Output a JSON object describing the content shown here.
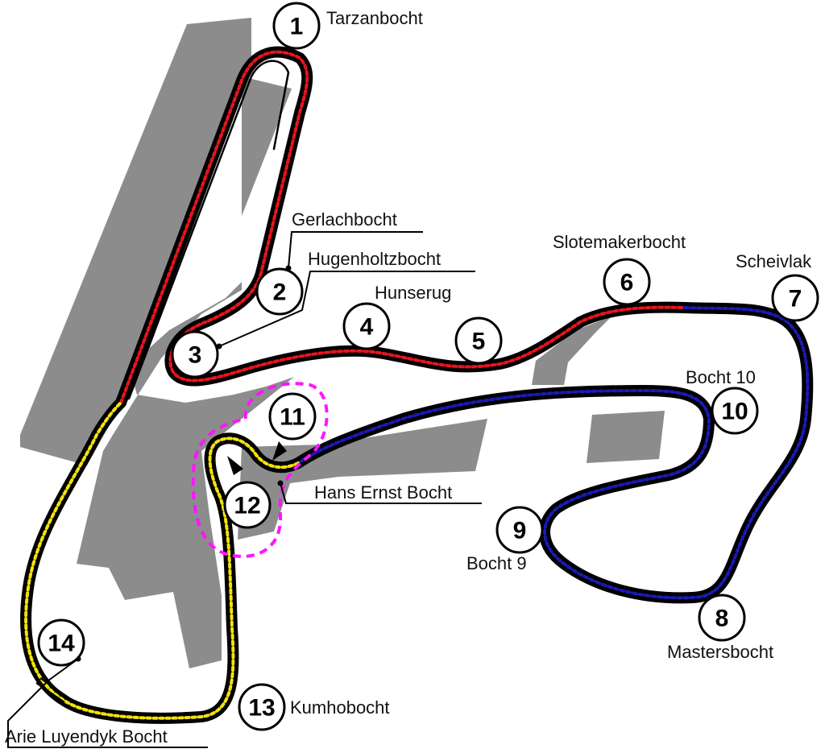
{
  "colors": {
    "background": "#ffffff",
    "area": "#8c8c8c",
    "track_outline": "#000000",
    "sector_1": "#e8141c",
    "sector_2": "#1a1ab4",
    "sector_3": "#f2e20a",
    "highlight": "#ff14ff"
  },
  "corners": [
    {
      "number": "1",
      "name": "Tarzanbocht"
    },
    {
      "number": "2",
      "name": "Gerlachbocht"
    },
    {
      "number": "3",
      "name": "Hugenholtzbocht"
    },
    {
      "number": "4",
      "name": "Hunserug"
    },
    {
      "number": "5",
      "name": ""
    },
    {
      "number": "6",
      "name": "Slotemakerbocht"
    },
    {
      "number": "7",
      "name": "Scheivlak"
    },
    {
      "number": "8",
      "name": "Mastersbocht"
    },
    {
      "number": "9",
      "name": "Bocht 9"
    },
    {
      "number": "10",
      "name": "Bocht 10"
    },
    {
      "number": "11",
      "name": "Hans Ernst Bocht"
    },
    {
      "number": "12",
      "name": ""
    },
    {
      "number": "13",
      "name": "Kumhobocht"
    },
    {
      "number": "14",
      "name": "Arie Luyendyk Bocht"
    }
  ],
  "icons": [
    "direction-arrow-icon",
    "start-finish-line-icon"
  ]
}
